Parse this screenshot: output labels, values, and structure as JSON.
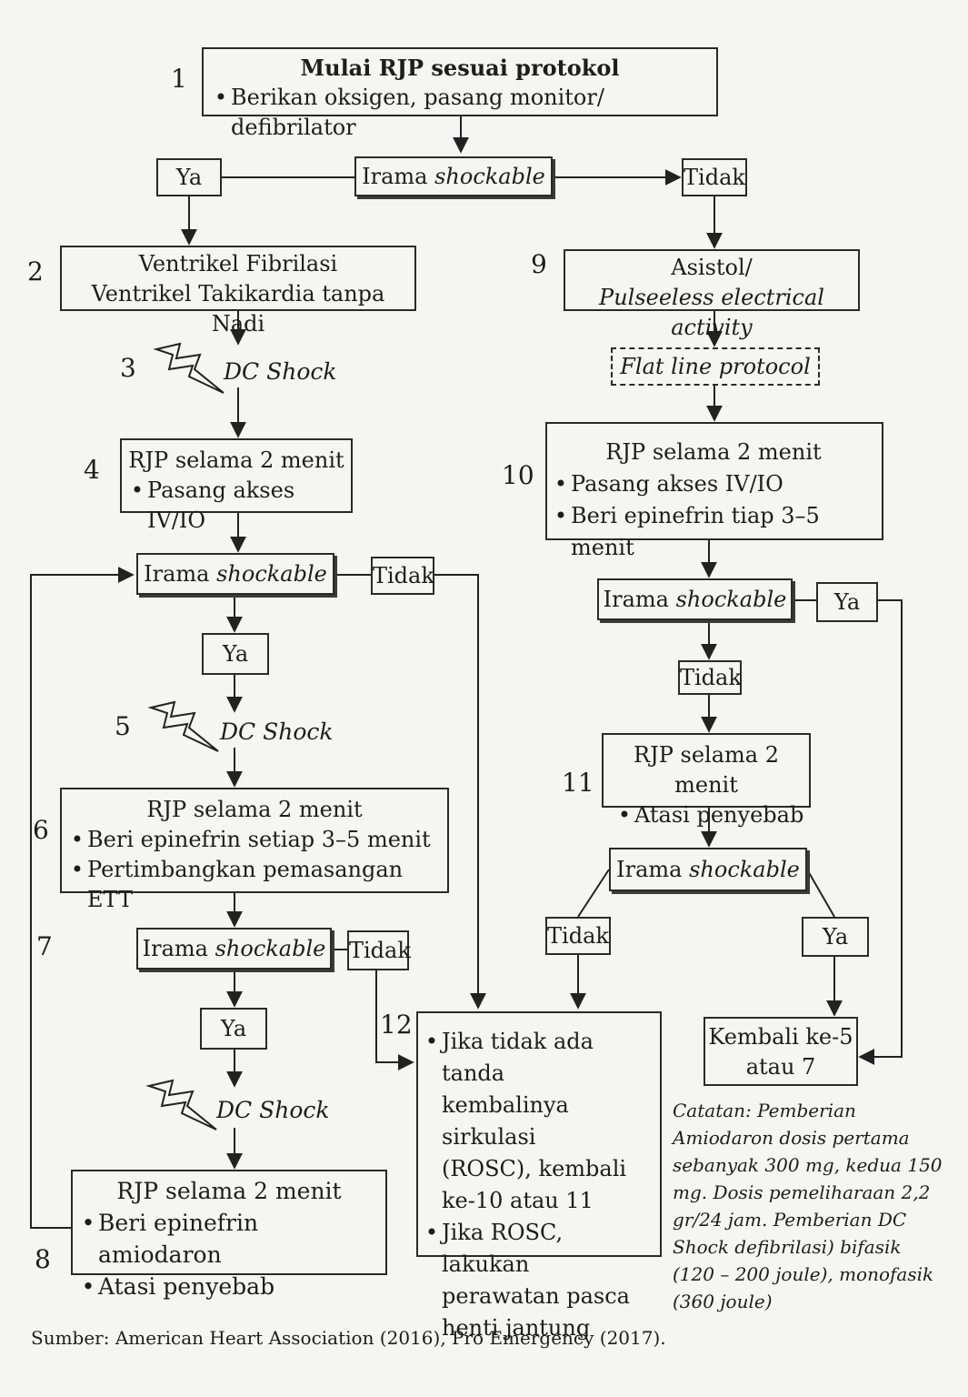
{
  "start": {
    "number": "1",
    "title": "Mulai RJP sesuai protokol",
    "bullet": "Berikan oksigen, pasang monitor/ defibrilator"
  },
  "rhythm_top": {
    "yes": "Ya",
    "label_prefix": "Irama ",
    "label_italic": "shockable",
    "no": "Tidak"
  },
  "vf": {
    "number": "2",
    "line1": "Ventrikel Fibrilasi",
    "line2": "Ventrikel Takikardia tanpa Nadi"
  },
  "shock3": {
    "number": "3",
    "label": "DC Shock"
  },
  "cpr4": {
    "number": "4",
    "title": "RJP selama 2 menit",
    "bullet": "Pasang akses IV/IO"
  },
  "rhythm_a": {
    "label_prefix": "Irama ",
    "label_italic": "shockable",
    "no": "Tidak",
    "yes": "Ya"
  },
  "shock5": {
    "number": "5",
    "label": "DC Shock"
  },
  "cpr6": {
    "number": "6",
    "title": "RJP selama 2 menit",
    "bullets": [
      "Beri epinefrin setiap 3–5 menit",
      "Pertimbangkan pemasangan ETT"
    ]
  },
  "rhythm_b": {
    "number": "7",
    "label_prefix": "Irama ",
    "label_italic": "shockable",
    "no": "Tidak",
    "yes": "Ya"
  },
  "shock_c": {
    "label": "DC Shock"
  },
  "cpr8": {
    "number": "8",
    "title": "RJP selama 2 menit",
    "bullets": [
      "Beri epinefrin amiodaron",
      "Atasi penyebab"
    ]
  },
  "asystole": {
    "number": "9",
    "line1": "Asistol/",
    "line2": "Pulseeless electrical activity"
  },
  "flatline": {
    "label": "Flat line protocol"
  },
  "cpr10": {
    "number": "10",
    "title": "RJP selama 2 menit",
    "bullets": [
      "Pasang akses IV/IO",
      "Beri epinefrin tiap 3–5 menit"
    ]
  },
  "rhythm_c": {
    "label_prefix": "Irama ",
    "label_italic": "shockable",
    "yes": "Ya",
    "no": "Tidak"
  },
  "cpr11": {
    "number": "11",
    "title": "RJP selama 2 menit",
    "bullet": "Atasi penyebab"
  },
  "rhythm_d": {
    "label_prefix": "Irama ",
    "label_italic": "shockable",
    "no": "Tidak",
    "yes": "Ya"
  },
  "rosc": {
    "number": "12",
    "bullet1_lines": [
      "Jika tidak ada tanda",
      "kembalinya sirkulasi",
      "(ROSC), kembali",
      "ke-10 atau 11"
    ],
    "bullet2_lines": [
      "Jika ROSC, lakukan",
      "perawatan pasca",
      "henti jantung"
    ]
  },
  "return": {
    "line1": "Kembali ke-5",
    "line2": "atau 7"
  },
  "note": {
    "lines": [
      "Catatan: Pemberian",
      "Amiodaron dosis pertama",
      "sebanyak 300 mg, kedua 150",
      "mg. Dosis pemeliharaan 2,2",
      "gr/24 jam. Pemberian DC",
      "Shock defibrilasi) bifasik",
      "(120 – 200 joule), monofasik",
      "(360 joule)"
    ]
  },
  "source": "Sumber: American Heart Association (2016), Pro Emergency (2017)."
}
